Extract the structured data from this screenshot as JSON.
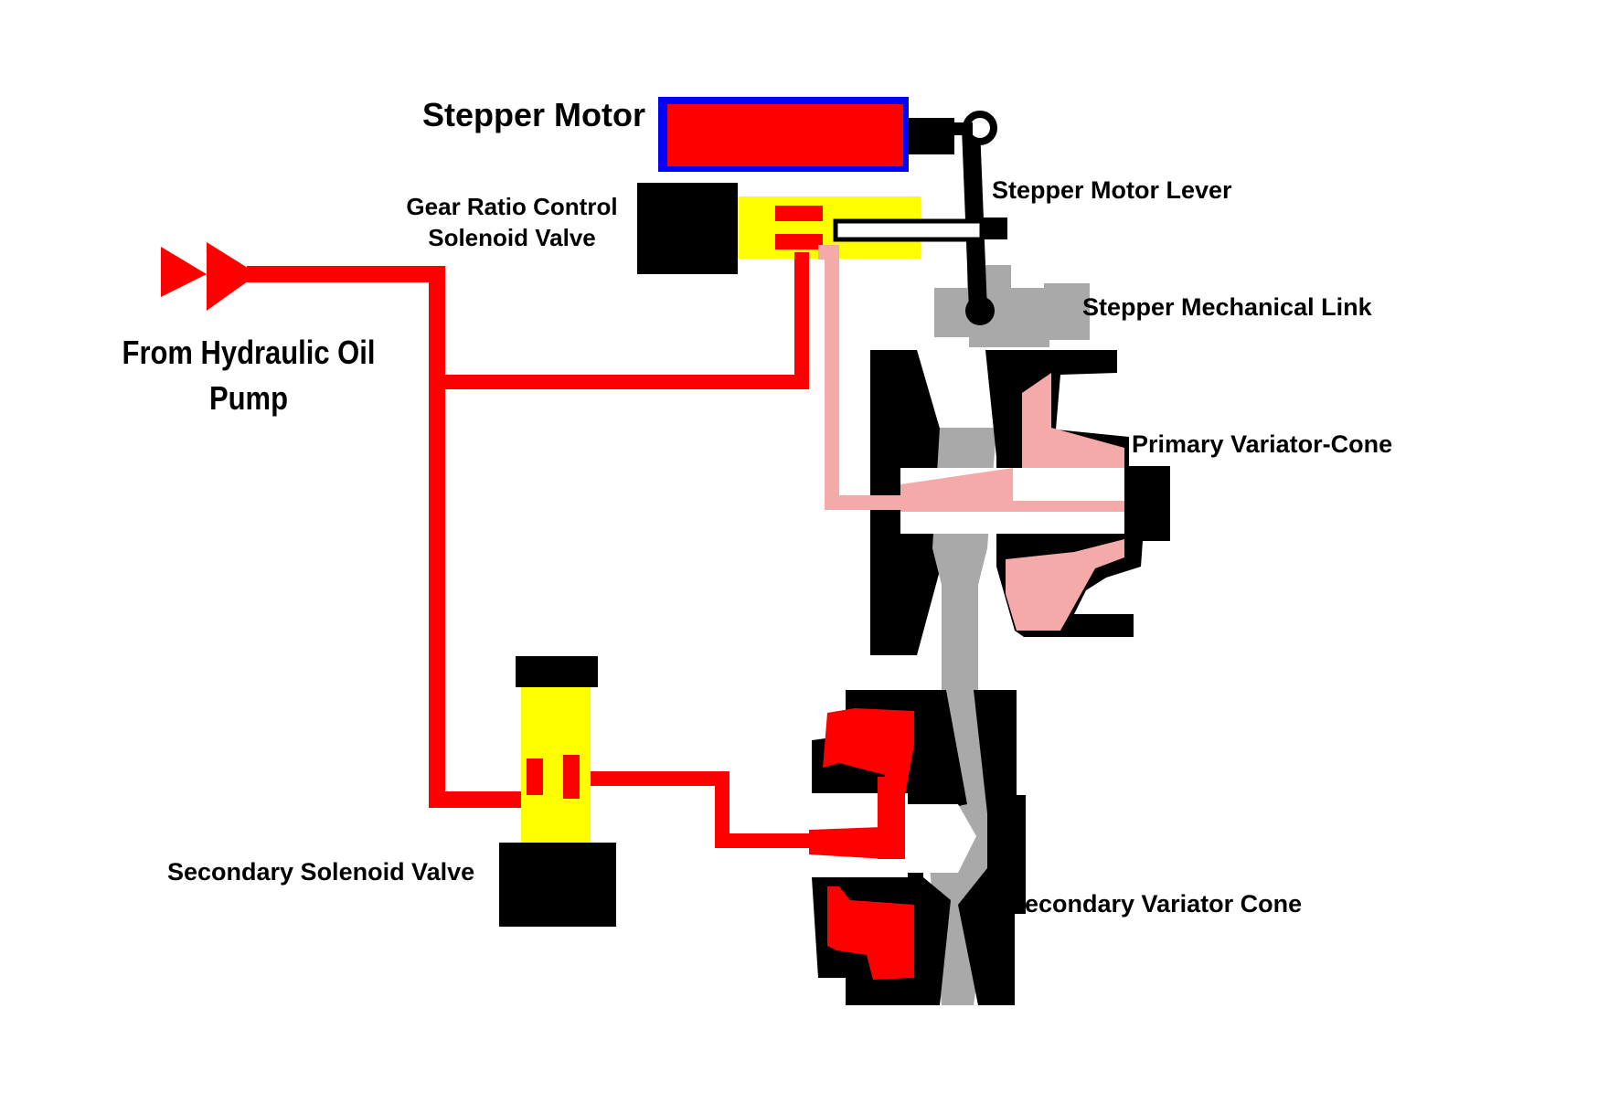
{
  "labels": {
    "stepper_motor": "Stepper Motor",
    "gear_ratio_line1": "Gear Ratio Control",
    "gear_ratio_line2": "Solenoid Valve",
    "stepper_motor_lever": "Stepper Motor Lever",
    "stepper_mechanical_link": "Stepper Mechanical Link",
    "from_pump_line1": "From Hydraulic Oil",
    "from_pump_line2": "Pump",
    "primary_variator_cone": "Primary Variator-Cone",
    "secondary_solenoid_valve": "Secondary Solenoid Valve",
    "secondary_variator_cone": "Secondary Variator Cone"
  },
  "colors": {
    "high_pressure_oil": "#ff0000",
    "reduced_pressure_oil": "#f5aaaa",
    "valve_body": "#ffff00",
    "solenoid": "#000000",
    "motor_frame": "#0000ff",
    "link_and_belt": "#a9a9a9"
  }
}
